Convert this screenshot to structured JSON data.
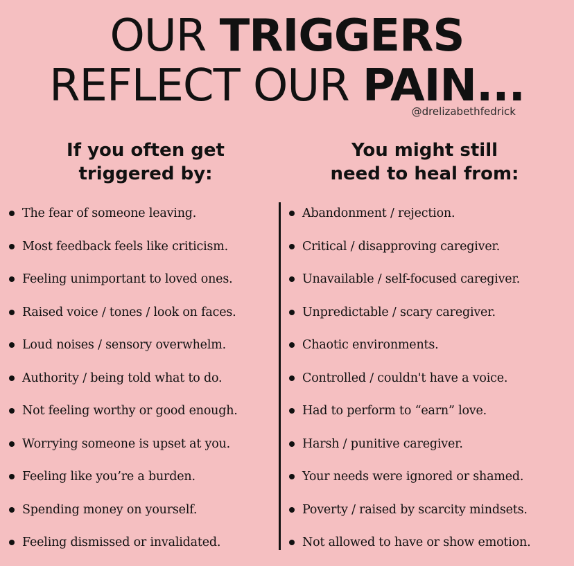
{
  "title": {
    "line1_light": "OUR ",
    "line1_bold": "TRIGGERS",
    "line2_light": "REFLECT OUR ",
    "line2_bold": "PAIN..."
  },
  "handle": "@drelizabethfedrick",
  "left_column": {
    "heading_line1": "If you often get",
    "heading_line2": "triggered by:",
    "items": [
      "The fear of someone leaving.",
      "Most feedback feels like criticism.",
      "Feeling unimportant to loved ones.",
      "Raised voice / tones / look on faces.",
      "Loud noises / sensory overwhelm.",
      "Authority / being told what to do.",
      "Not feeling worthy or good enough.",
      "Worrying someone is upset at you.",
      "Feeling like you’re a burden.",
      "Spending money on yourself.",
      "Feeling dismissed or invalidated."
    ]
  },
  "right_column": {
    "heading_line1": "You might still",
    "heading_line2": "need to heal from:",
    "items": [
      "Abandonment / rejection.",
      "Critical / disapproving caregiver.",
      "Unavailable / self-focused caregiver.",
      "Unpredictable / scary caregiver.",
      "Chaotic environments.",
      "Controlled / couldn't have a voice.",
      "Had to perform to “earn” love.",
      "Harsh / punitive caregiver.",
      "Your needs were ignored or shamed.",
      "Poverty / raised by scarcity mindsets.",
      "Not allowed to have or show emotion."
    ]
  },
  "colors": {
    "background": "#f5bfc1",
    "text": "#141414"
  }
}
